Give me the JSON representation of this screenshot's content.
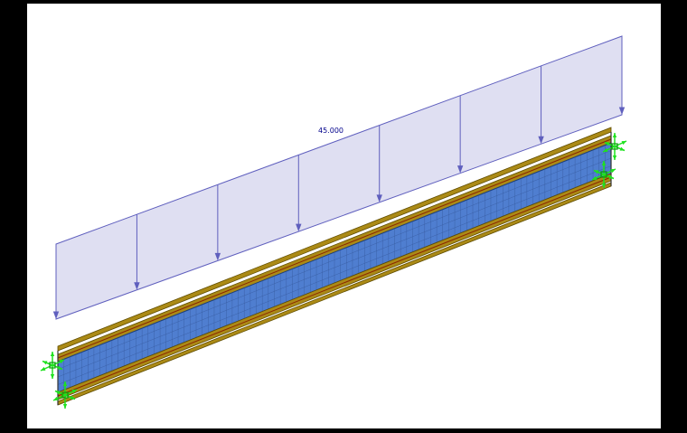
{
  "scene": {
    "background": "#ffffff",
    "frame_color": "#000000"
  },
  "load": {
    "value_label": "45.000",
    "label_color": "#00008b",
    "fill": "#dbdbf0",
    "fill_opacity": "0.88",
    "outline": "#5f5fbe",
    "segments": 7
  },
  "beam": {
    "web_fill": "#4f7ed0",
    "web_mesh": "#35589c",
    "web_edge": "#1c3f7a",
    "flange_fill": "#ab8a16",
    "flange_edge": "#5f4c00",
    "axis_color": "#8b2500",
    "end_cap": "#333333"
  },
  "supports": {
    "color": "#1ee21e",
    "edge": "#0a9a0a",
    "count": 4
  }
}
